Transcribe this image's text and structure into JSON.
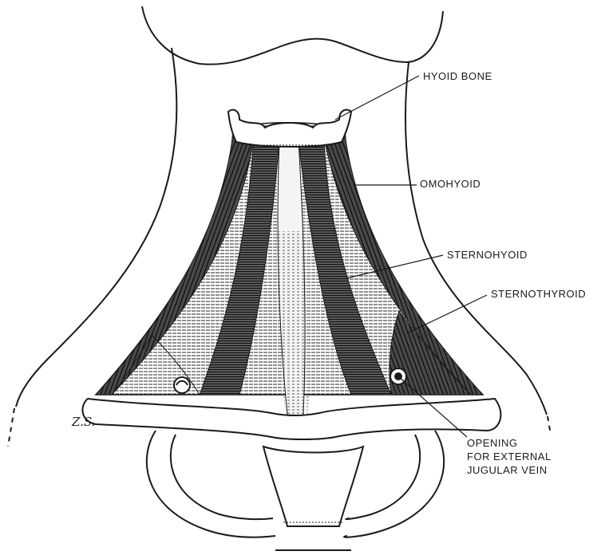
{
  "labels": {
    "hyoid_bone": "HYOID BONE",
    "omohyoid": "OMOHYOID",
    "sternohyoid": "STERNOHYOID",
    "sternothyroid": "STERNOTHYROID",
    "opening_line1": "OPENING",
    "opening_line2": "FOR EXTERNAL",
    "opening_line3": "JUGULAR VEIN"
  },
  "artist_initials": "Z.S."
}
